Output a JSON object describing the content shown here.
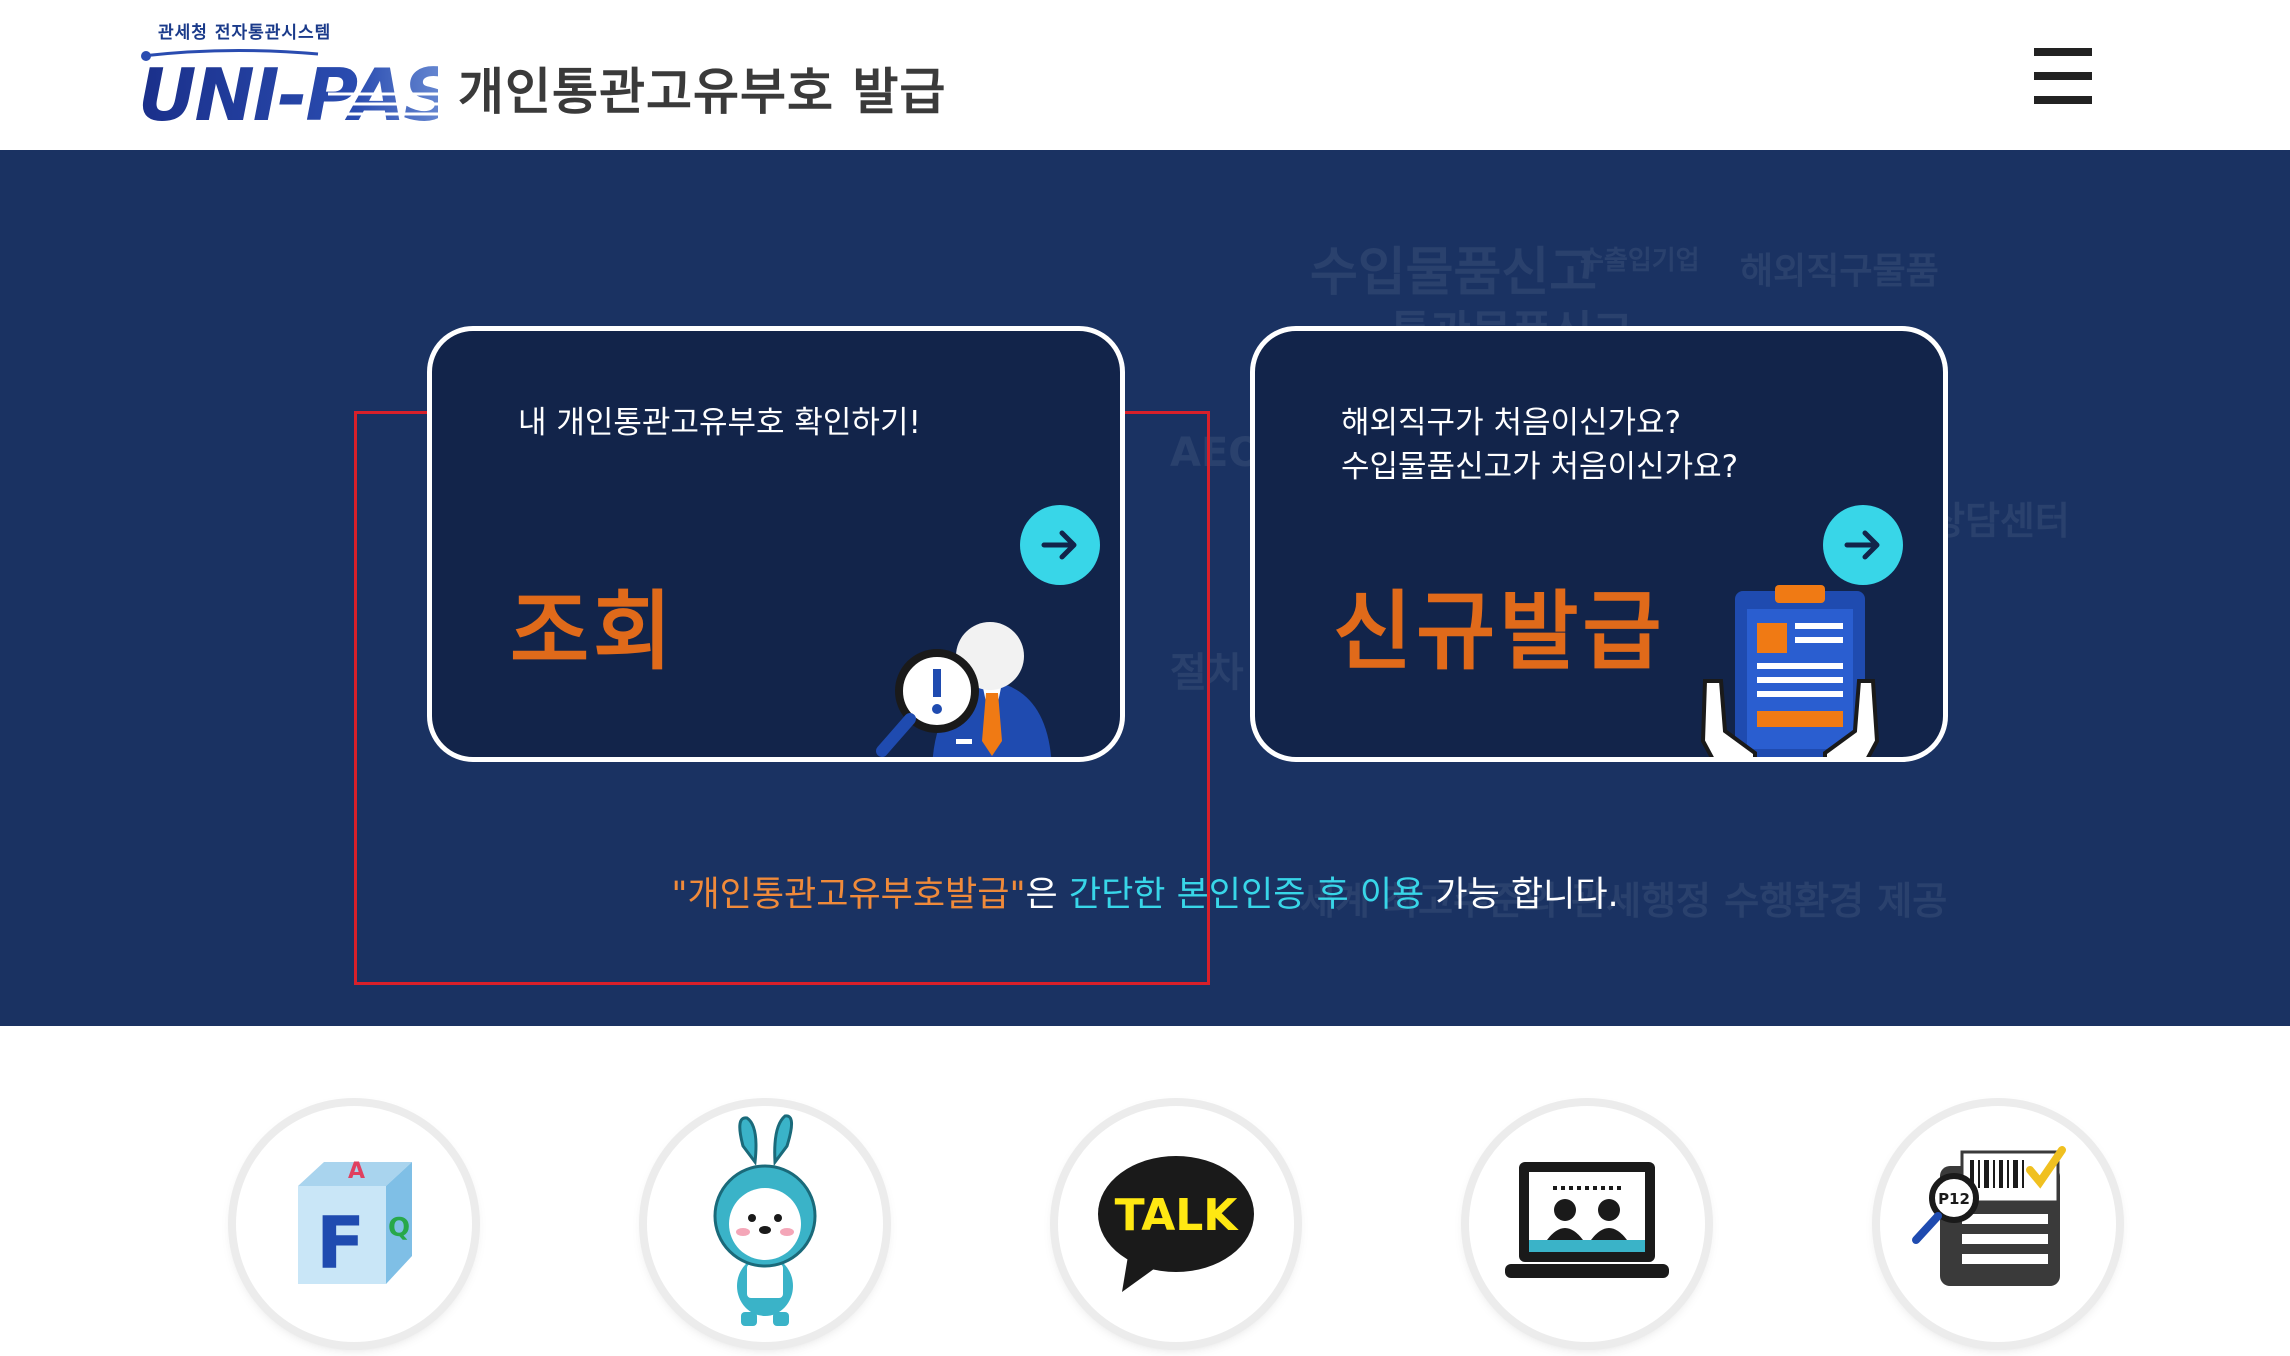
{
  "header": {
    "logo_sub": "관세청 전자통관시스템",
    "logo_main": "UNI-PASS",
    "title": "개인통관고유부호 발급",
    "menu_icon": "hamburger-menu-icon"
  },
  "hero": {
    "background_color": "#1a3262",
    "wordcloud": [
      "수입물품신고",
      "수출입기업",
      "해외직구물품",
      "통관물품신고",
      "AEO",
      "상담센터",
      "세계 최고수준의 관세행정 수행환경 제공",
      "절차"
    ],
    "cards": [
      {
        "id": "lookup",
        "description": "내 개인통관고유부호 확인하기!",
        "heading": "조회",
        "icon": "magnifier-person-icon"
      },
      {
        "id": "new",
        "description_line1": "해외직구가 처음이신가요?",
        "description_line2": "수입물품신고가 처음이신가요?",
        "heading": "신규발급",
        "icon": "clipboard-hands-icon"
      }
    ],
    "notice": {
      "part1": "\"개인통관고유부호발급\"",
      "part2": "은 ",
      "part3": "간단한 본인인증 후 이용",
      "part4": " 가능 합니다."
    }
  },
  "quick_links": [
    {
      "icon": "faq-cube-icon",
      "label_text": "F"
    },
    {
      "icon": "rabbit-mascot-icon"
    },
    {
      "icon": "kakao-talk-icon",
      "label_text": "TALK"
    },
    {
      "icon": "video-consult-laptop-icon"
    },
    {
      "icon": "p12-barcode-search-icon",
      "label_text": "P12"
    }
  ],
  "colors": {
    "accent_orange": "#e06a1a",
    "accent_cyan": "#38d6e8",
    "highlight_red": "#d8202a",
    "card_bg": "#12244a"
  }
}
